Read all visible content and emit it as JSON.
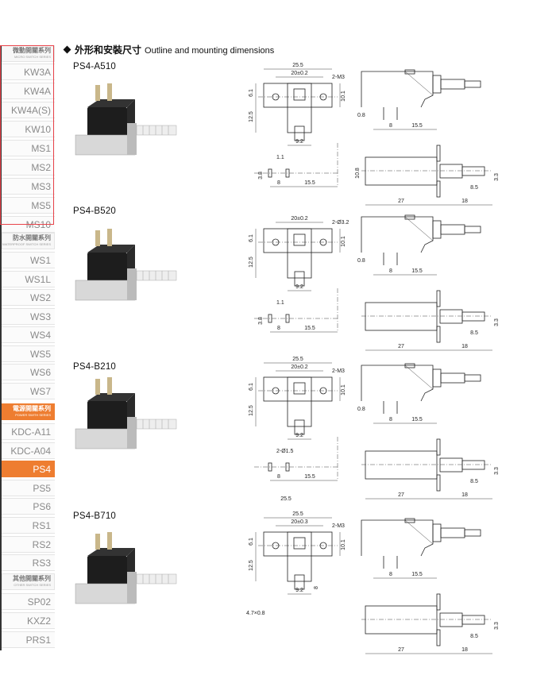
{
  "sidebar": {
    "groups": [
      {
        "zh": "微動開關系列",
        "en": "MICRO SWITCH SERIES",
        "items": [
          "KW3A",
          "KW4A",
          "KW4A(S)",
          "KW10",
          "MS1",
          "MS2",
          "MS3",
          "MS5",
          "MS10"
        ]
      },
      {
        "zh": "防水開關系列",
        "en": "WATERPROOF SWITCH SERIES",
        "items": [
          "WS1",
          "WS1L",
          "WS2",
          "WS3",
          "WS4",
          "WS5",
          "WS6",
          "WS7"
        ]
      },
      {
        "zh": "電源開關系列",
        "en": "POWER SWITH SERIES",
        "items": [
          "KDC-A11",
          "KDC-A04",
          "PS4",
          "PS5",
          "PS6",
          "RS1",
          "RS2",
          "RS3"
        ]
      },
      {
        "zh": "其他開關系列",
        "en": "OTHER SWITCH SERIES",
        "items": [
          "SP02",
          "KXZ2",
          "PRS1"
        ]
      }
    ],
    "active": "PS4",
    "accent": "#ee7d30",
    "highlight_border": "#e8434a"
  },
  "heading": {
    "zh": "外形和安裝尺寸",
    "en": "Outline and mounting dimensions"
  },
  "sections": [
    {
      "model": "PS4-A510",
      "front": {
        "w": "25.5",
        "pitch": "20±0.2",
        "hole": "2-M3",
        "h1": "6.1",
        "h2": "12.5",
        "h3": "10.1",
        "tw": "9.2"
      },
      "side": {
        "pin": "0.8",
        "p1": "8",
        "p2": "15.5"
      },
      "top": {
        "h": "10.8",
        "l1": "27",
        "l2": "18",
        "pl": "8.5",
        "sq": "3.3"
      },
      "pins": {
        "pw": "1.1",
        "ph": "3.8",
        "p1": "8",
        "p2": "15.5"
      }
    },
    {
      "model": "PS4-B520",
      "front": {
        "pitch": "20±0.2",
        "hole": "2-Ø3.2",
        "h1": "6.1",
        "h2": "12.5",
        "h3": "10.1",
        "tw": "9.2"
      },
      "side": {
        "pin": "0.8",
        "p1": "8",
        "p2": "15.5"
      },
      "top": {
        "l1": "27",
        "l2": "18",
        "pl": "8.5",
        "sq": "3.3"
      },
      "pins": {
        "pw": "1.1",
        "ph": "3.8",
        "p1": "8",
        "p2": "15.5"
      }
    },
    {
      "model": "PS4-B210",
      "front": {
        "w": "25.5",
        "pitch": "20±0.2",
        "hole": "2-M3",
        "h1": "6.1",
        "h2": "12.5",
        "h3": "10.1",
        "tw": "9.2"
      },
      "side": {
        "pin": "0.8",
        "p1": "8",
        "p2": "15.5"
      },
      "top": {
        "l1": "27",
        "l2": "18",
        "pl": "8.5",
        "sq": "3.3"
      },
      "pins": {
        "pw": "2-Ø1.5",
        "p1": "8",
        "p2": "15.5",
        "extra": "25.5"
      }
    },
    {
      "model": "PS4-B710",
      "front": {
        "w": "25.5",
        "pitch": "20±0.3",
        "hole": "2-M3",
        "h1": "6.1",
        "h2": "12.5",
        "h3": "10.1",
        "tw": "9.2",
        "tab": "4.7×0.8",
        "tl": "8"
      },
      "side": {
        "p1": "8",
        "p2": "15.5"
      },
      "top": {
        "l1": "27",
        "l2": "18",
        "pl": "8.5",
        "sq": "3.3"
      }
    }
  ]
}
